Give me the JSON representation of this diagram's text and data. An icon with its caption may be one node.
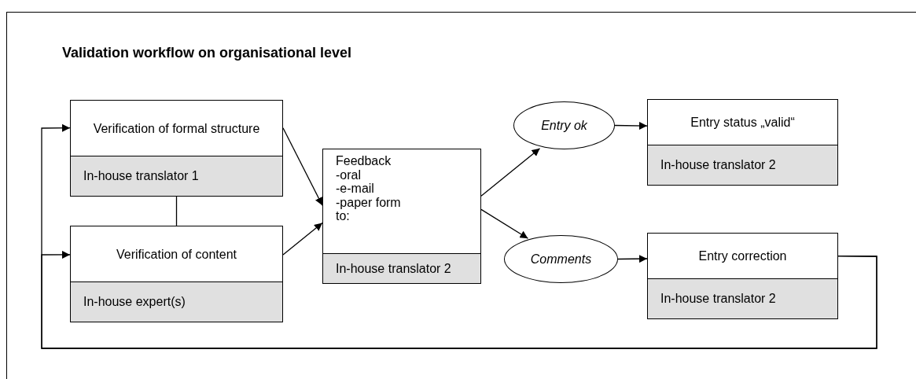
{
  "diagram": {
    "title": "Validation workflow on organisational level",
    "nodes": [
      {
        "text": [
          "Verification of formal structure",
          "In-house translator 1"
        ]
      },
      {
        "text": [
          "Verification of content",
          "In-house expert(s)"
        ]
      },
      {
        "text": [
          "Feedback",
          "-oral",
          "-e-mail",
          "-paper form",
          "to:",
          "In-house translator 2"
        ]
      },
      {
        "text": [
          "Entry ok"
        ]
      },
      {
        "text": [
          "Entry status „valid“",
          "In-house translator 2"
        ]
      },
      {
        "text": [
          "Comments"
        ]
      },
      {
        "text": [
          "Entry correction",
          "In-house translator 2"
        ]
      }
    ],
    "edges": [
      {
        "from": 0,
        "to": 1,
        "arrow": "none"
      },
      {
        "from": 0,
        "to": 2,
        "arrow": "to"
      },
      {
        "from": 1,
        "to": 2,
        "arrow": "to"
      },
      {
        "from": 2,
        "to": 3,
        "arrow": "to"
      },
      {
        "from": 2,
        "to": 5,
        "arrow": "to"
      },
      {
        "from": 3,
        "to": 4,
        "arrow": "to"
      },
      {
        "from": 5,
        "to": 6,
        "arrow": "to"
      },
      {
        "from": 6,
        "to": 0,
        "arrow": "to"
      },
      {
        "from": 6,
        "to": 1,
        "arrow": "to"
      }
    ]
  }
}
